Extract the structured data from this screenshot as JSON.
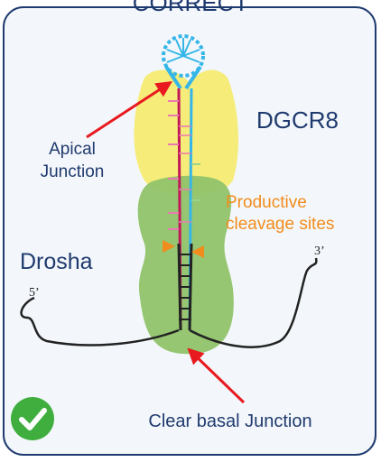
{
  "header": {
    "text": "CORRECT"
  },
  "labels": {
    "dgcr8": "DGCR8",
    "apical_line1": "Apical",
    "apical_line2": "Junction",
    "productive_line1": "Productive",
    "productive_line2": "cleavage sites",
    "drosha": "Drosha",
    "five_prime": "5’",
    "three_prime": "3’",
    "basal": "Clear basal Junction"
  },
  "colors": {
    "panel_bg": "#f3f7fb",
    "panel_border": "#1f3a6e",
    "dgcr8_fill": "#f6ea6a",
    "drosha_fill": "#90c36a",
    "label_blue": "#1f3a6e",
    "label_orange": "#f28c1c",
    "arrow_red": "#e8191f",
    "loop_cyan": "#35b6e8",
    "check_green": "#3fae3e"
  },
  "icons": {
    "badge": "check-circle-icon"
  }
}
